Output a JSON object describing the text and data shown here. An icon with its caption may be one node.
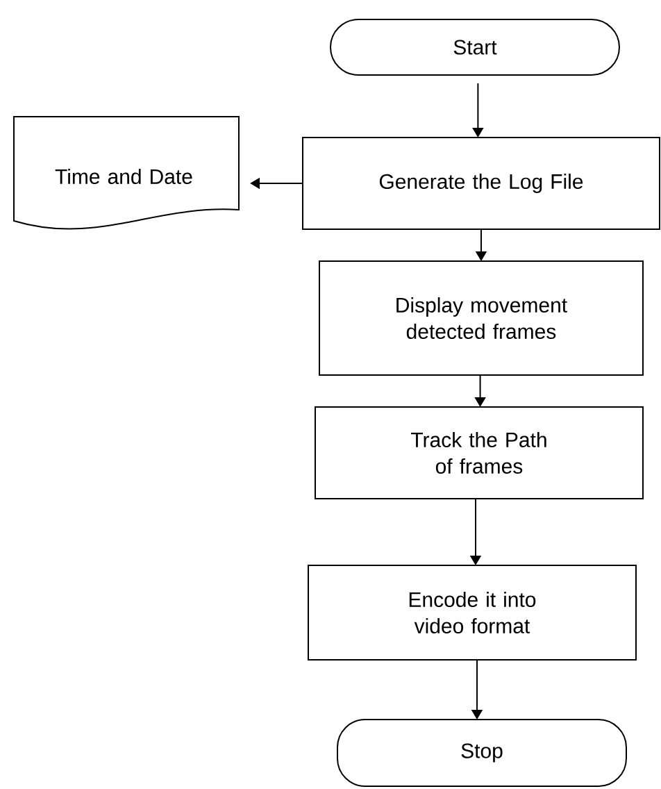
{
  "diagram": {
    "nodes": [
      {
        "text": [
          "Start"
        ]
      },
      {
        "text": [
          "Time and Date"
        ]
      },
      {
        "text": [
          "Generate the Log File"
        ]
      },
      {
        "text": [
          "Display movement detected frames"
        ]
      },
      {
        "text": [
          "Track the Path of frames"
        ]
      },
      {
        "text": [
          "Encode it into video format"
        ]
      },
      {
        "text": [
          "Stop"
        ]
      }
    ],
    "edges": [
      {
        "from": 0,
        "to": 2,
        "arrow": "to"
      },
      {
        "from": 2,
        "to": 1,
        "arrow": "to"
      },
      {
        "from": 2,
        "to": 3,
        "arrow": "to"
      },
      {
        "from": 3,
        "to": 4,
        "arrow": "to"
      },
      {
        "from": 4,
        "to": 5,
        "arrow": "to"
      },
      {
        "from": 5,
        "to": 6,
        "arrow": "to"
      }
    ]
  }
}
